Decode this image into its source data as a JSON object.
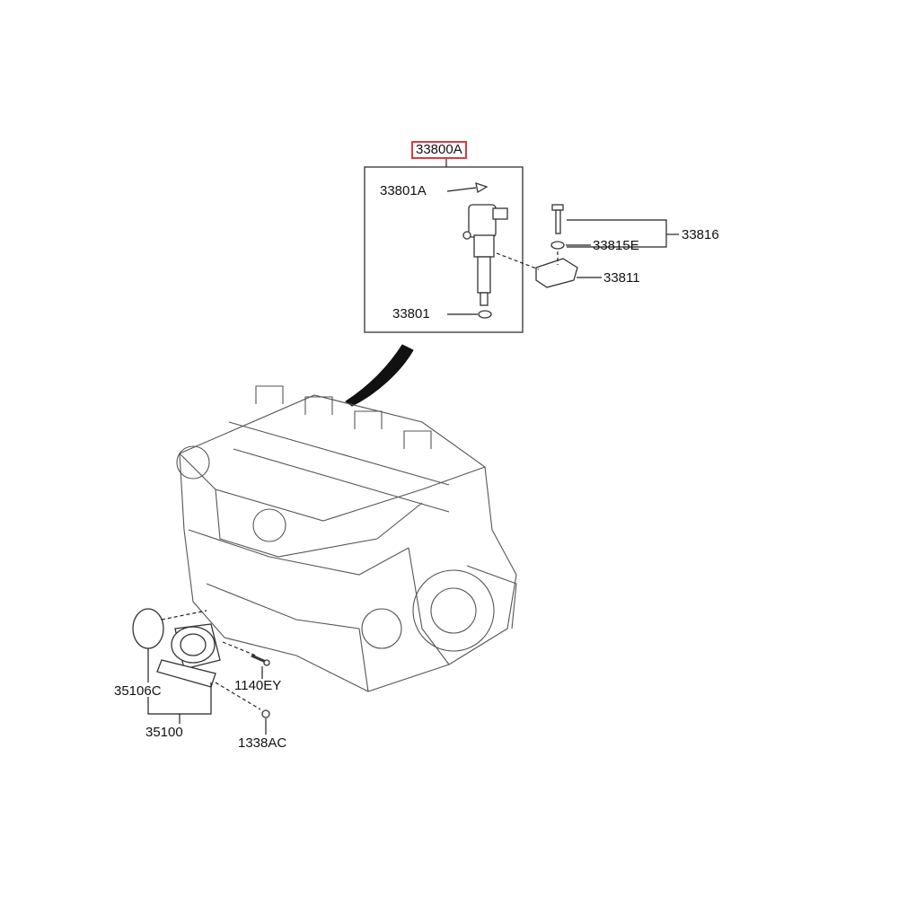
{
  "labels": {
    "assembly": "33800A",
    "clip": "33801A",
    "o_ring": "33801",
    "bolt_set": "33816",
    "washer": "33815E",
    "clamp": "33811",
    "gasket": "35106C",
    "bolt": "1140EY",
    "throttle_body": "35100",
    "nut": "1338AC"
  },
  "colors": {
    "highlight_border": "#e03a3a",
    "line": "#222222"
  }
}
